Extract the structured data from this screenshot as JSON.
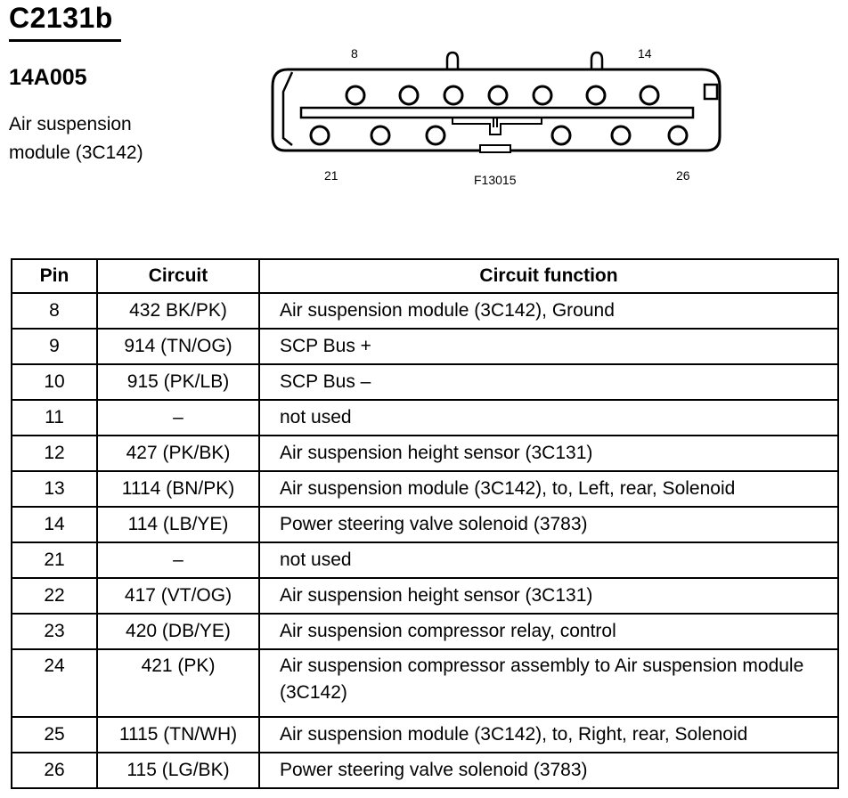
{
  "header": {
    "connector_id": "C2131b",
    "part_number": "14A005",
    "description": "Air suspension module (3C142)"
  },
  "diagram": {
    "label_top_left": "8",
    "label_top_right": "14",
    "label_bottom_left": "21",
    "label_bottom_right": "26",
    "figure_code": "F13015"
  },
  "table": {
    "headers": [
      "Pin",
      "Circuit",
      "Circuit function"
    ],
    "rows": [
      {
        "pin": "8",
        "circuit": "432 BK/PK)",
        "function": "Air suspension module (3C142), Ground"
      },
      {
        "pin": "9",
        "circuit": "914 (TN/OG)",
        "function": "SCP Bus  +"
      },
      {
        "pin": "10",
        "circuit": "915 (PK/LB)",
        "function": "SCP Bus –"
      },
      {
        "pin": "11",
        "circuit": "–",
        "function": "not used"
      },
      {
        "pin": "12",
        "circuit": "427 (PK/BK)",
        "function": "Air suspension height sensor (3C131)"
      },
      {
        "pin": "13",
        "circuit": "1114 (BN/PK)",
        "function": "Air suspension module (3C142), to, Left, rear, Solenoid"
      },
      {
        "pin": "14",
        "circuit": "114 (LB/YE)",
        "function": "Power steering valve solenoid (3783)"
      },
      {
        "pin": "21",
        "circuit": "–",
        "function": "not used"
      },
      {
        "pin": "22",
        "circuit": "417 (VT/OG)",
        "function": "Air suspension height sensor (3C131)"
      },
      {
        "pin": "23",
        "circuit": "420 (DB/YE)",
        "function": "Air suspension compressor relay, control"
      },
      {
        "pin": "24",
        "circuit": "421 (PK)",
        "function": "Air suspension compressor assembly to Air suspension module (3C142)"
      },
      {
        "pin": "25",
        "circuit": "1115 (TN/WH)",
        "function": "Air suspension module (3C142), to, Right, rear, Solenoid"
      },
      {
        "pin": "26",
        "circuit": "115 (LG/BK)",
        "function": "Power steering valve solenoid (3783)"
      }
    ]
  }
}
